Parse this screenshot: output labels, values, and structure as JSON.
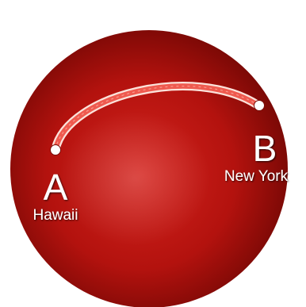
{
  "colors": {
    "sphere_highlight": "#d4231d",
    "sphere_mid": "#b3120e",
    "sphere_edge": "#640502",
    "arc_fill": "#ef5a4f",
    "arc_outline": "#fbe3db",
    "point_fill": "#ffffff",
    "label": "#ffffff"
  },
  "points": {
    "a": {
      "letter": "A",
      "name": "Hawaii"
    },
    "b": {
      "letter": "B",
      "name": "New York"
    }
  }
}
